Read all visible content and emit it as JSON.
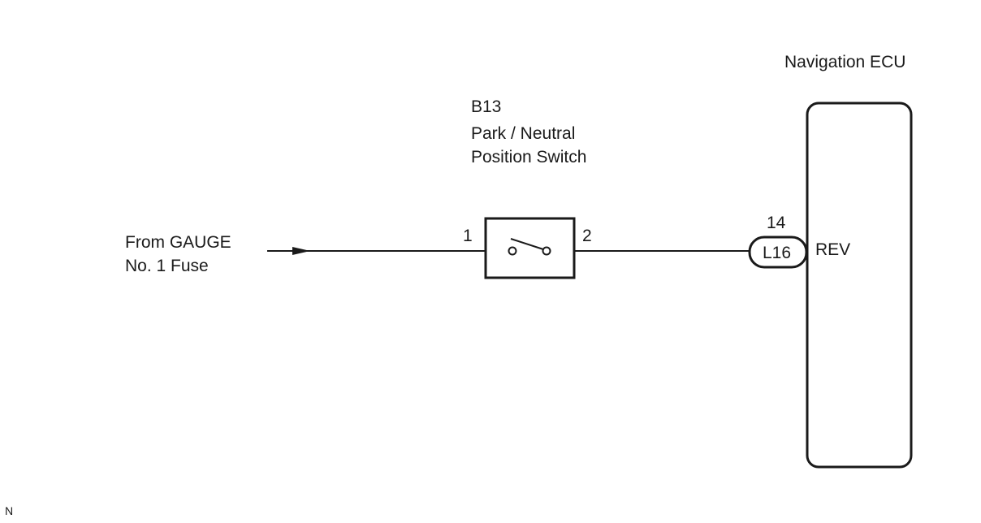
{
  "source": {
    "line1": "From GAUGE",
    "line2": "No. 1 Fuse"
  },
  "switch": {
    "code": "B13",
    "name_line1": "Park / Neutral",
    "name_line2": "Position Switch",
    "pin_left": "1",
    "pin_right": "2"
  },
  "connector": {
    "pin": "14",
    "code": "L16"
  },
  "ecu": {
    "title": "Navigation ECU",
    "terminal": "REV"
  },
  "corner_mark": "N"
}
